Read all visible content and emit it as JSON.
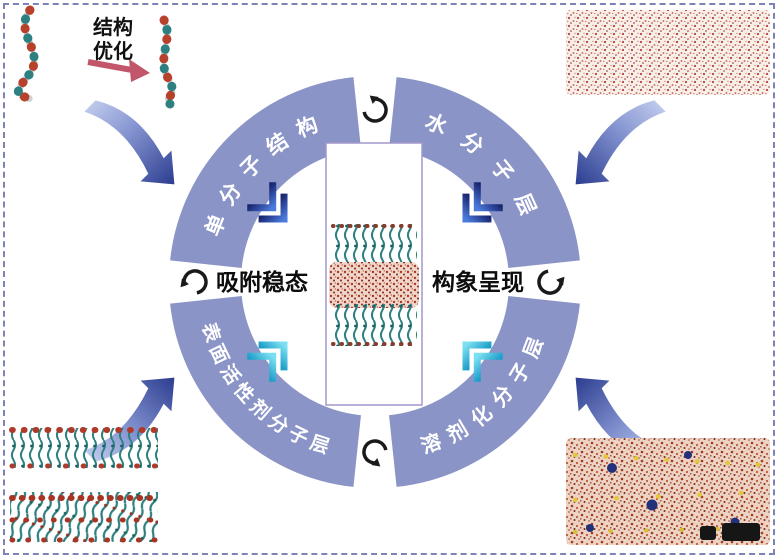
{
  "figure": {
    "background": "#ffffff",
    "border_color": "#7f82b5",
    "ring_color": "#8b94c7",
    "arrow_gradient": [
      "#c7d1f0",
      "#2c3d90"
    ],
    "chevron_gradient_top": [
      "#19246e",
      "#4a7bdc"
    ],
    "chevron_gradient_bottom": [
      "#1b9ec9",
      "#7de0f2"
    ],
    "center_box_border": "#a397cb"
  },
  "ring": {
    "segments": [
      {
        "id": "top-left",
        "label": "单分子结构"
      },
      {
        "id": "top-right",
        "label": "水分子层"
      },
      {
        "id": "bottom-right",
        "label": "溶剂化分子层"
      },
      {
        "id": "bottom-left",
        "label": "表面活性剂分子层"
      }
    ]
  },
  "center": {
    "left_label": "吸附稳态",
    "right_label": "构象呈现"
  },
  "corners": {
    "top_left": {
      "label_line1": "结构",
      "label_line2": "优化"
    }
  },
  "icons": {
    "cycle_arrow": "circular-cycle-arrow",
    "chevron": "double-chevron-inward",
    "corner_arrow": "tapered-swoosh-arrow"
  }
}
